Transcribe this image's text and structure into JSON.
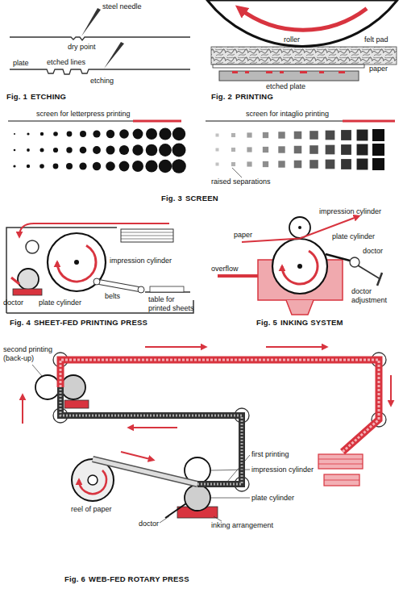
{
  "diagram": {
    "labels": [
      "steel needle",
      "dry point",
      "plate",
      "etched lines",
      "etching",
      "Fig. 1",
      "ETCHING",
      "roller",
      "felt pad",
      "paper",
      "etched plate",
      "Fig. 2",
      "PRINTING",
      "screen for letterpress printing",
      "screen for intaglio printing",
      "raised separations",
      "Fig. 3",
      "SCREEN",
      "impression cylinder",
      "doctor",
      "plate cylinder",
      "belts",
      "table for printed sheets",
      "Fig. 4",
      "SHEET-FED PRINTING PRESS",
      "paper",
      "impression cylinder",
      "plate cylinder",
      "overflow",
      "doctor",
      "doctor adjustment",
      "Fig. 5",
      "INKING SYSTEM",
      "second printing (back-up)",
      "first printing",
      "impression cylinder",
      "plate cylinder",
      "doctor",
      "reel of paper",
      "inking arrangement",
      "Fig. 6",
      "WEB-FED ROTARY PRESS"
    ]
  }
}
